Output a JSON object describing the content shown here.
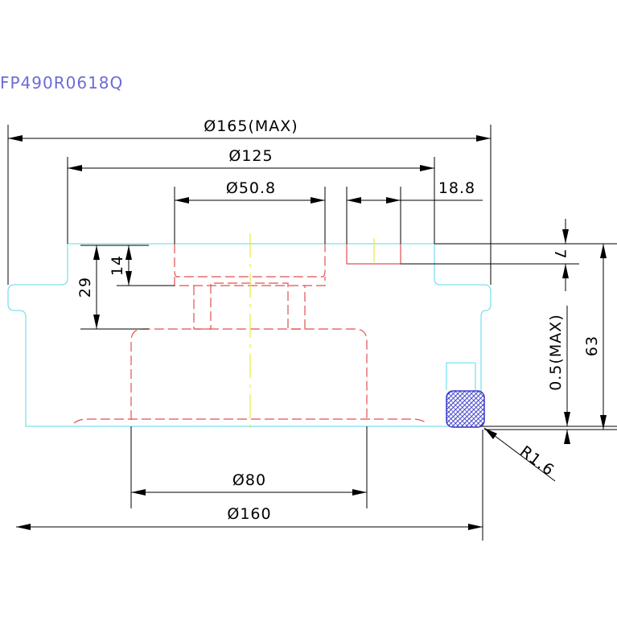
{
  "title": "FP490R0618Q",
  "colors": {
    "title": "#6b6bd8",
    "outline": "#7ee0ee",
    "hidden": "#e05050",
    "center": "#e8e840",
    "dimension": "#000000",
    "hatch": "#3838c8",
    "background": "#ffffff"
  },
  "dimensions": {
    "d165": "Ø165(MAX)",
    "d125": "Ø125",
    "d50_8": "Ø50.8",
    "d18_8": "18.8",
    "d14": "14",
    "d29": "29",
    "d7": "7",
    "d0_5": "0.5(MAX)",
    "d63": "63",
    "d80": "Ø80",
    "d160": "Ø160",
    "r1_6": "R1.6"
  }
}
